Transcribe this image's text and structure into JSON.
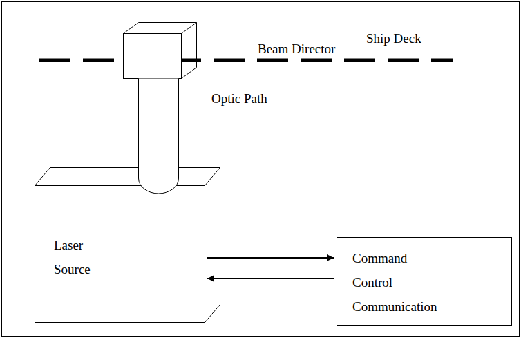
{
  "diagram": {
    "nodes": [
      {
        "text": [
          "Laser Source"
        ]
      },
      {
        "text": [
          "Command Control Communication"
        ]
      }
    ],
    "edges": [
      {
        "from": 0,
        "to": 1,
        "arrow": "to"
      },
      {
        "from": 1,
        "to": 0,
        "arrow": "to"
      }
    ],
    "labels": [
      "Beam Director",
      "Ship Deck",
      "Optic Path"
    ]
  }
}
